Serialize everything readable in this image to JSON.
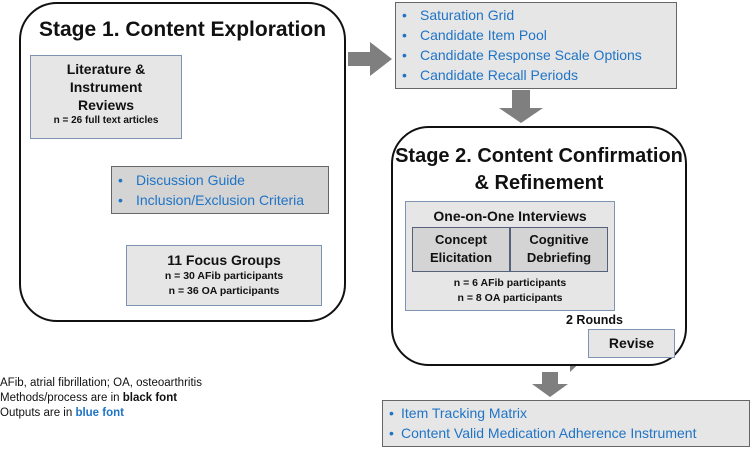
{
  "stage1": {
    "title": "Stage 1. Content Exploration",
    "literature": {
      "title_line1": "Literature  &",
      "title_line2": "Instrument",
      "title_line3": "Reviews",
      "count": "n = 26 full text articles"
    },
    "outputs": [
      "Discussion Guide",
      "Inclusion/Exclusion Criteria"
    ],
    "focus_groups": {
      "title": "11 Focus Groups",
      "line1": "n = 30 AFib participants",
      "line2": "n = 36 OA participants"
    }
  },
  "stage1_outputs": [
    "Saturation Grid",
    "Candidate Item Pool",
    "Candidate Response Scale Options",
    "Candidate Recall Periods"
  ],
  "stage2": {
    "title_line1": "Stage 2. Content Confirmation",
    "title_line2": "& Refinement",
    "interviews": {
      "title": "One-on-One Interviews",
      "sub1_line1": "Concept",
      "sub1_line2": "Elicitation",
      "sub2_line1": "Cognitive",
      "sub2_line2": "Debriefing",
      "line1": "n = 6 AFib participants",
      "line2": "n = 8 OA participants"
    },
    "rounds_label": "2 Rounds",
    "revise_label": "Revise"
  },
  "final_outputs": [
    "Item Tracking Matrix",
    "Content Valid Medication Adherence Instrument"
  ],
  "legend": {
    "line1": "AFib, atrial fibrillation; OA, osteoarthritis",
    "line2_prefix": "Methods/process are in ",
    "line2_bold": "black font",
    "line3_prefix": "Outputs are in ",
    "line3_bold": "blue font"
  },
  "colors": {
    "output_text": "#1f74c6",
    "arrow": "#7f7f7f",
    "method_text": "#111111"
  }
}
